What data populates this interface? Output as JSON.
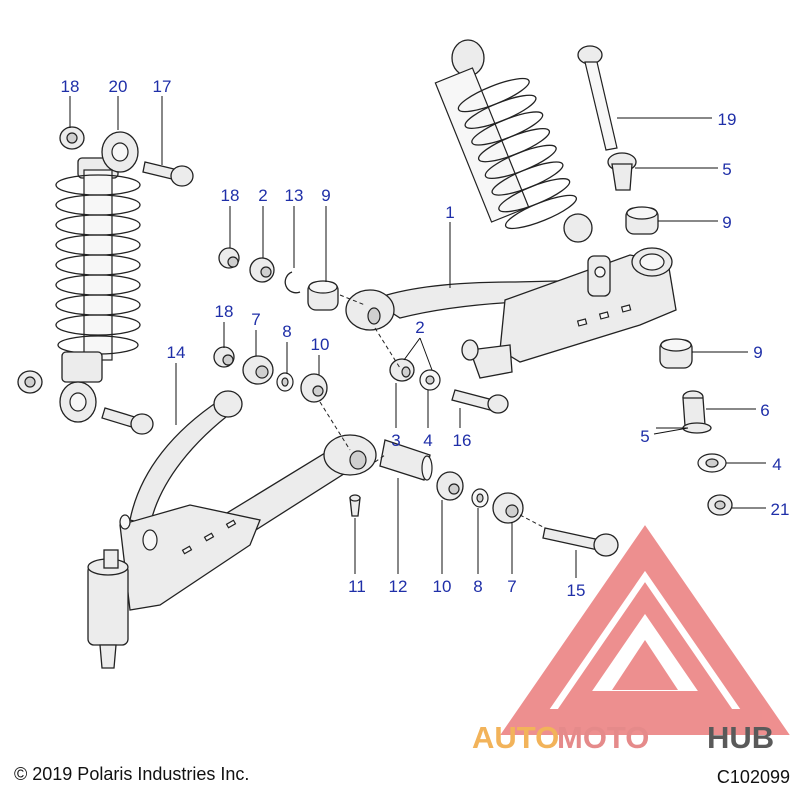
{
  "footer": {
    "copyright": "© 2019 Polaris Industries Inc.",
    "drawing_id": "C102099"
  },
  "watermark": {
    "part_auto": "AUTO",
    "part_moto": "MOTO",
    "part_hub": "HUB",
    "color_auto": "#f2b35a",
    "color_moto": "#e58a8a",
    "color_hub": "#5a5a5a",
    "logo_color": "#e86a6a"
  },
  "callouts": [
    "18",
    "20",
    "17",
    "18",
    "2",
    "13",
    "9",
    "1",
    "19",
    "5",
    "9",
    "18",
    "7",
    "8",
    "10",
    "2",
    "14",
    "9",
    "3",
    "4",
    "16",
    "6",
    "5",
    "4",
    "21",
    "11",
    "12",
    "10",
    "8",
    "7",
    "15"
  ],
  "callout_color": "#1f2fa8"
}
